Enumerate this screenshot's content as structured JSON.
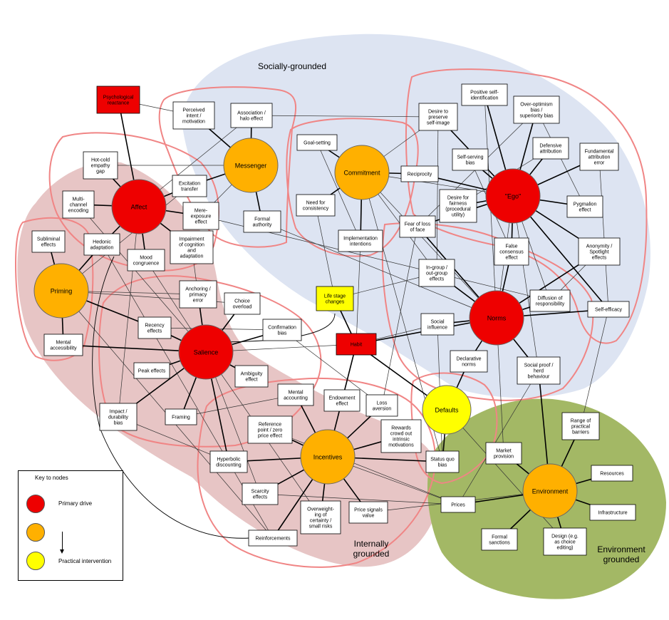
{
  "regions": {
    "social": "Socially-grounded",
    "internal": "Internally grounded",
    "environment": "Environment grounded"
  },
  "colors": {
    "primary": "#ee0000",
    "secondary": "#ffb000",
    "practical": "#ffff00",
    "social_bg": "#dde4f2",
    "internal_bg": "#e7c5c5",
    "environment_bg": "#a3b865",
    "outline": "#f08585"
  },
  "key": {
    "title": "Key to nodes",
    "primary": "Primary drive",
    "practical": "Practical intervention"
  },
  "nodes": {
    "affect": "Affect",
    "messenger": "Messenger",
    "commitment": "Commitment",
    "ego": "\"Ego\"",
    "priming": "Priming",
    "salience": "Salience",
    "norms": "Norms",
    "incentives": "Incentives",
    "defaults": "Defaults",
    "environment": "Environment"
  },
  "boxes": {
    "psych_reactance": [
      "Psychological",
      "reactance"
    ],
    "life_stage": [
      "Life stage",
      "changes"
    ],
    "habit": [
      "Habit"
    ],
    "perceived_intent": [
      "Perceived",
      "intent /",
      "motivation"
    ],
    "association": [
      "Association /",
      "halo effect"
    ],
    "hot_cold": [
      "Hot-cold",
      "empathy",
      "gap"
    ],
    "excitation": [
      "Excitation",
      "transfer"
    ],
    "multi_channel": [
      "Multi-",
      "channel",
      "encoding"
    ],
    "mere_exposure": [
      "Mere-",
      "exposure",
      "effect"
    ],
    "impairment": [
      "Impairment",
      "of cognition",
      "and",
      "adaptation"
    ],
    "subliminal": [
      "Subliminal",
      "effects"
    ],
    "hedonic": [
      "Hedonic",
      "adaptation"
    ],
    "mood": [
      "Mood",
      "congruence"
    ],
    "formal_authority": [
      "Formal",
      "authority"
    ],
    "goal_setting": [
      "Goal-setting"
    ],
    "need_consistency": [
      "Need for",
      "consistency"
    ],
    "implementation": [
      "Implementation",
      "intentions"
    ],
    "reciprocity": [
      "Reciprocity"
    ],
    "positive_self_id": [
      "Positive self-",
      "identification"
    ],
    "desire_preserve": [
      "Desire to",
      "preserve",
      "self-image"
    ],
    "over_optimism": [
      "Over-optimism",
      "bias /",
      "superiority bias"
    ],
    "defensive_attr": [
      "Defensive",
      "attribution"
    ],
    "self_serving": [
      "Self-serving",
      "bias"
    ],
    "fundamental_attr": [
      "Fundamental",
      "attribution",
      "error"
    ],
    "desire_fairness": [
      "Desire for",
      "fairness",
      "(procedural",
      "utility)"
    ],
    "pygmalion": [
      "Pygmalion",
      "effect"
    ],
    "fear_face": [
      "Fear of loss",
      "of face"
    ],
    "false_consensus": [
      "False",
      "consensus",
      "effect"
    ],
    "anonymity": [
      "Anonymity /",
      "Spotlight",
      "effects"
    ],
    "ingroup": [
      "In-group /",
      "out-group",
      "effects"
    ],
    "diffusion": [
      "Diffusion of",
      "responsibility"
    ],
    "self_efficacy": [
      "Self-efficacy"
    ],
    "social_influence": [
      "Social",
      "influence"
    ],
    "declarative_norms": [
      "Declarative",
      "norms"
    ],
    "social_proof": [
      "Social proof /",
      "herd",
      "behaviour"
    ],
    "anchoring": [
      "Anchoring /",
      "primacy",
      "error"
    ],
    "choice_overload": [
      "Choice",
      "overload"
    ],
    "recency": [
      "Recency",
      "effects"
    ],
    "confirmation": [
      "Confirmation",
      "bias"
    ],
    "mental_access": [
      "Mental",
      "accessibility"
    ],
    "peak": [
      "Peak effects"
    ],
    "ambiguity": [
      "Ambiguity",
      "effect"
    ],
    "impact_durability": [
      "Impact /",
      "durability",
      "bias"
    ],
    "framing": [
      "Framing"
    ],
    "mental_accounting": [
      "Mental",
      "accounting"
    ],
    "endowment": [
      "Endowment",
      "effect"
    ],
    "loss_aversion": [
      "Loss",
      "aversion"
    ],
    "reference_point": [
      "Reference",
      "point / zero",
      "price effect"
    ],
    "rewards_crowd": [
      "Rewards",
      "crowd out",
      "intrinsic",
      "motivations"
    ],
    "hyperbolic": [
      "Hyperbolic",
      "discounting"
    ],
    "status_quo": [
      "Status quo",
      "bias"
    ],
    "scarcity": [
      "Scarcity",
      "effects"
    ],
    "overweighting": [
      "Overweight-",
      "ing of",
      "certainty /",
      "small risks"
    ],
    "price_signals": [
      "Price signals",
      "value"
    ],
    "reinforcements": [
      "Reinforcements"
    ],
    "range_barriers": [
      "Range of",
      "practical",
      "barriers"
    ],
    "market_provision": [
      "Market",
      "provision"
    ],
    "resources": [
      "Resources"
    ],
    "prices": [
      "Prices"
    ],
    "infrastructure": [
      "Infrastructure"
    ],
    "formal_sanctions": [
      "Formal",
      "sanctions"
    ],
    "design": [
      "Design (e.g.",
      "as choice",
      "editing)"
    ]
  }
}
